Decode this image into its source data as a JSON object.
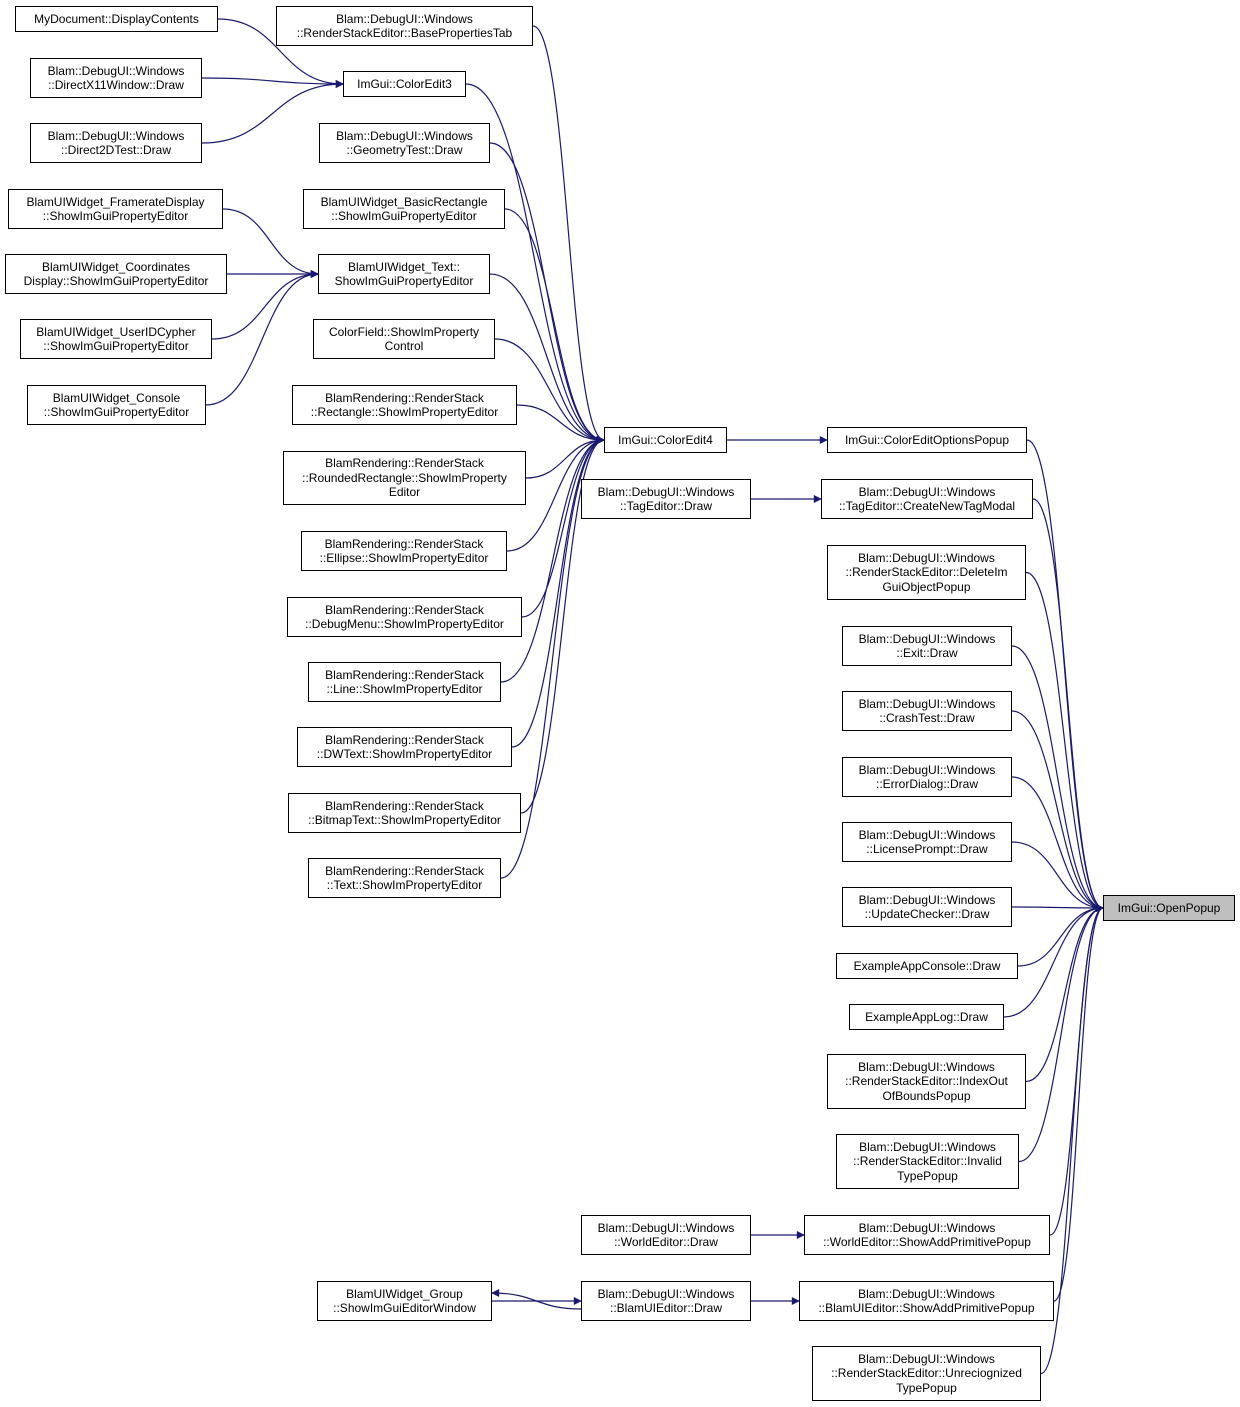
{
  "colors": {
    "edge": "#191970",
    "node_border": "#000000",
    "node_fill": "#ffffff",
    "focus_fill": "#bfbfbf"
  },
  "nodes": {
    "my_document_display_contents": [
      "MyDocument::DisplayContents"
    ],
    "direct_x11_window_draw": [
      "Blam::DebugUI::Windows",
      "::DirectX11Window::Draw"
    ],
    "direct2d_test_draw": [
      "Blam::DebugUI::Windows",
      "::Direct2DTest::Draw"
    ],
    "framerate_display": [
      "BlamUIWidget_FramerateDisplay",
      "::ShowImGuiPropertyEditor"
    ],
    "coordinates_display": [
      "BlamUIWidget_Coordinates",
      "Display::ShowImGuiPropertyEditor"
    ],
    "user_id_cypher": [
      "BlamUIWidget_UserIDCypher",
      "::ShowImGuiPropertyEditor"
    ],
    "console_widget": [
      "BlamUIWidget_Console",
      "::ShowImGuiPropertyEditor"
    ],
    "base_properties_tab": [
      "Blam::DebugUI::Windows",
      "::RenderStackEditor::BasePropertiesTab"
    ],
    "color_edit3": [
      "ImGui::ColorEdit3"
    ],
    "geometry_test_draw": [
      "Blam::DebugUI::Windows",
      "::GeometryTest::Draw"
    ],
    "basic_rectangle": [
      "BlamUIWidget_BasicRectangle",
      "::ShowImGuiPropertyEditor"
    ],
    "text_widget": [
      "BlamUIWidget_Text::",
      "ShowImGuiPropertyEditor"
    ],
    "color_field": [
      "ColorField::ShowImProperty",
      "Control"
    ],
    "rs_rectangle": [
      "BlamRendering::RenderStack",
      "::Rectangle::ShowImPropertyEditor"
    ],
    "rs_rounded_rectangle": [
      "BlamRendering::RenderStack",
      "::RoundedRectangle::ShowImProperty",
      "Editor"
    ],
    "rs_ellipse": [
      "BlamRendering::RenderStack",
      "::Ellipse::ShowImPropertyEditor"
    ],
    "rs_debug_menu": [
      "BlamRendering::RenderStack",
      "::DebugMenu::ShowImPropertyEditor"
    ],
    "rs_line": [
      "BlamRendering::RenderStack",
      "::Line::ShowImPropertyEditor"
    ],
    "rs_dwtext": [
      "BlamRendering::RenderStack",
      "::DWText::ShowImPropertyEditor"
    ],
    "rs_bitmap_text": [
      "BlamRendering::RenderStack",
      "::BitmapText::ShowImPropertyEditor"
    ],
    "rs_text": [
      "BlamRendering::RenderStack",
      "::Text::ShowImPropertyEditor"
    ],
    "color_edit4": [
      "ImGui::ColorEdit4"
    ],
    "tag_editor_draw": [
      "Blam::DebugUI::Windows",
      "::TagEditor::Draw"
    ],
    "world_editor_draw": [
      "Blam::DebugUI::Windows",
      "::WorldEditor::Draw"
    ],
    "group_editor_window": [
      "BlamUIWidget_Group",
      "::ShowImGuiEditorWindow"
    ],
    "blam_ui_editor_draw": [
      "Blam::DebugUI::Windows",
      "::BlamUIEditor::Draw"
    ],
    "color_edit_options_popup": [
      "ImGui::ColorEditOptionsPopup"
    ],
    "create_new_tag_modal": [
      "Blam::DebugUI::Windows",
      "::TagEditor::CreateNewTagModal"
    ],
    "delete_imgui_object_popup": [
      "Blam::DebugUI::Windows",
      "::RenderStackEditor::DeleteIm",
      "GuiObjectPopup"
    ],
    "exit_draw": [
      "Blam::DebugUI::Windows",
      "::Exit::Draw"
    ],
    "crash_test_draw": [
      "Blam::DebugUI::Windows",
      "::CrashTest::Draw"
    ],
    "error_dialog_draw": [
      "Blam::DebugUI::Windows",
      "::ErrorDialog::Draw"
    ],
    "license_prompt_draw": [
      "Blam::DebugUI::Windows",
      "::LicensePrompt::Draw"
    ],
    "update_checker_draw": [
      "Blam::DebugUI::Windows",
      "::UpdateChecker::Draw"
    ],
    "example_app_console_draw": [
      "ExampleAppConsole::Draw"
    ],
    "example_app_log_draw": [
      "ExampleAppLog::Draw"
    ],
    "index_out_of_bounds_popup": [
      "Blam::DebugUI::Windows",
      "::RenderStackEditor::IndexOut",
      "OfBoundsPopup"
    ],
    "invalid_type_popup": [
      "Blam::DebugUI::Windows",
      "::RenderStackEditor::Invalid",
      "TypePopup"
    ],
    "world_editor_add_primitive": [
      "Blam::DebugUI::Windows",
      "::WorldEditor::ShowAddPrimitivePopup"
    ],
    "blam_ui_editor_add_primitive": [
      "Blam::DebugUI::Windows",
      "::BlamUIEditor::ShowAddPrimitivePopup"
    ],
    "unrecognized_type_popup": [
      "Blam::DebugUI::Windows",
      "::RenderStackEditor::Unreciognized",
      "TypePopup"
    ],
    "open_popup": [
      "ImGui::OpenPopup"
    ]
  },
  "edges": [
    [
      "my_document_display_contents",
      "color_edit3"
    ],
    [
      "direct_x11_window_draw",
      "color_edit3"
    ],
    [
      "direct2d_test_draw",
      "color_edit3"
    ],
    [
      "framerate_display",
      "text_widget"
    ],
    [
      "coordinates_display",
      "text_widget"
    ],
    [
      "user_id_cypher",
      "text_widget"
    ],
    [
      "console_widget",
      "text_widget"
    ],
    [
      "base_properties_tab",
      "color_edit4"
    ],
    [
      "color_edit3",
      "color_edit4"
    ],
    [
      "geometry_test_draw",
      "color_edit4"
    ],
    [
      "basic_rectangle",
      "color_edit4"
    ],
    [
      "text_widget",
      "color_edit4"
    ],
    [
      "color_field",
      "color_edit4"
    ],
    [
      "rs_rectangle",
      "color_edit4"
    ],
    [
      "rs_rounded_rectangle",
      "color_edit4"
    ],
    [
      "rs_ellipse",
      "color_edit4"
    ],
    [
      "rs_debug_menu",
      "color_edit4"
    ],
    [
      "rs_line",
      "color_edit4"
    ],
    [
      "rs_dwtext",
      "color_edit4"
    ],
    [
      "rs_bitmap_text",
      "color_edit4"
    ],
    [
      "rs_text",
      "color_edit4"
    ],
    [
      "color_edit4",
      "color_edit_options_popup"
    ],
    [
      "tag_editor_draw",
      "create_new_tag_modal"
    ],
    [
      "world_editor_draw",
      "world_editor_add_primitive"
    ],
    [
      "blam_ui_editor_draw",
      "blam_ui_editor_add_primitive"
    ],
    [
      "blam_ui_editor_draw",
      "group_editor_window"
    ],
    [
      "group_editor_window",
      "blam_ui_editor_draw"
    ],
    [
      "color_edit_options_popup",
      "open_popup"
    ],
    [
      "create_new_tag_modal",
      "open_popup"
    ],
    [
      "delete_imgui_object_popup",
      "open_popup"
    ],
    [
      "exit_draw",
      "open_popup"
    ],
    [
      "crash_test_draw",
      "open_popup"
    ],
    [
      "error_dialog_draw",
      "open_popup"
    ],
    [
      "license_prompt_draw",
      "open_popup"
    ],
    [
      "update_checker_draw",
      "open_popup"
    ],
    [
      "example_app_console_draw",
      "open_popup"
    ],
    [
      "example_app_log_draw",
      "open_popup"
    ],
    [
      "index_out_of_bounds_popup",
      "open_popup"
    ],
    [
      "invalid_type_popup",
      "open_popup"
    ],
    [
      "world_editor_add_primitive",
      "open_popup"
    ],
    [
      "blam_ui_editor_add_primitive",
      "open_popup"
    ],
    [
      "unrecognized_type_popup",
      "open_popup"
    ]
  ]
}
